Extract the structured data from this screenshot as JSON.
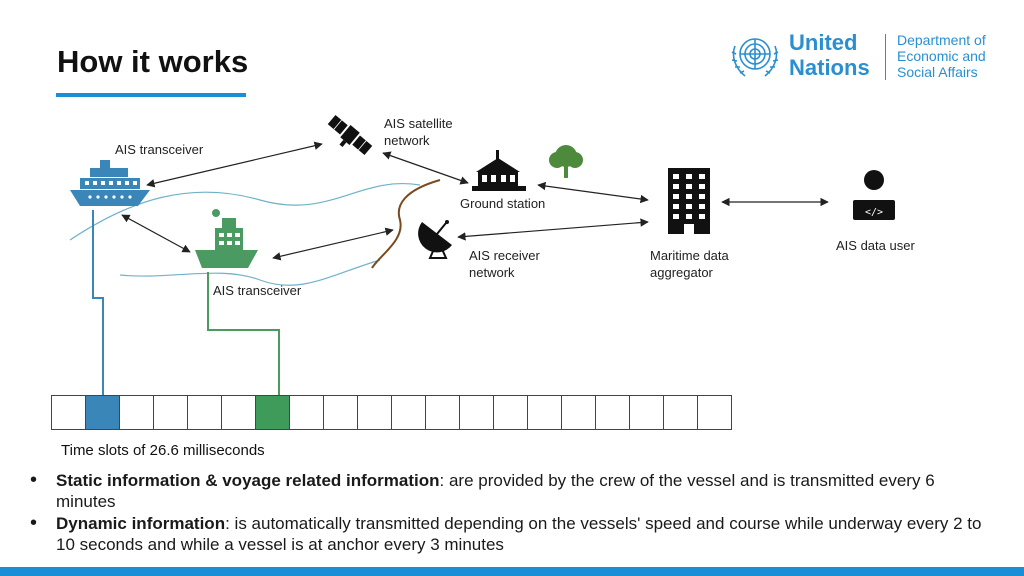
{
  "slide": {
    "title": "How it works"
  },
  "logo": {
    "name_line1": "United",
    "name_line2": "Nations",
    "dept_line1": "Department of",
    "dept_line2": "Economic and",
    "dept_line3": "Social Affairs",
    "color": "#2a8fd1"
  },
  "diagram": {
    "nodes": [
      {
        "id": "ship1",
        "label": "AIS transceiver",
        "icon": "cruise-ship-icon"
      },
      {
        "id": "ship2",
        "label": "AIS transceiver",
        "icon": "cargo-ship-icon"
      },
      {
        "id": "satellite",
        "label_line1": "AIS satellite",
        "label_line2": "network",
        "icon": "satellite-icon"
      },
      {
        "id": "ground",
        "label": "Ground station",
        "icon": "building-icon"
      },
      {
        "id": "receiver",
        "label_line1": "AIS receiver",
        "label_line2": "network",
        "icon": "satellite-dish-icon"
      },
      {
        "id": "aggregator",
        "label_line1": "Maritime data",
        "label_line2": "aggregator",
        "icon": "office-tower-icon"
      },
      {
        "id": "user",
        "label": "AIS data user",
        "icon": "laptop-user-icon"
      }
    ],
    "slots": {
      "count": 20,
      "highlight": [
        {
          "index": 1,
          "color": "#3b86b8"
        },
        {
          "index": 6,
          "color": "#3f9b5a"
        }
      ],
      "caption": "Time slots of 26.6 milliseconds"
    },
    "colors": {
      "ship1": "#3b86b8",
      "ship2": "#4a9a62",
      "coast": "#7a4a1e",
      "tree": "#4d8a3c"
    }
  },
  "bullets": [
    {
      "bold": "Static information & voyage related information",
      "text": ": are provided by the crew of the vessel and is transmitted every 6 minutes"
    },
    {
      "bold": "Dynamic information",
      "text": ": is automatically transmitted depending on the vessels' speed and course while underway every 2 to 10 seconds and while a vessel is at anchor every 3 minutes"
    }
  ],
  "theme": {
    "accent": "#1a8fd6"
  }
}
